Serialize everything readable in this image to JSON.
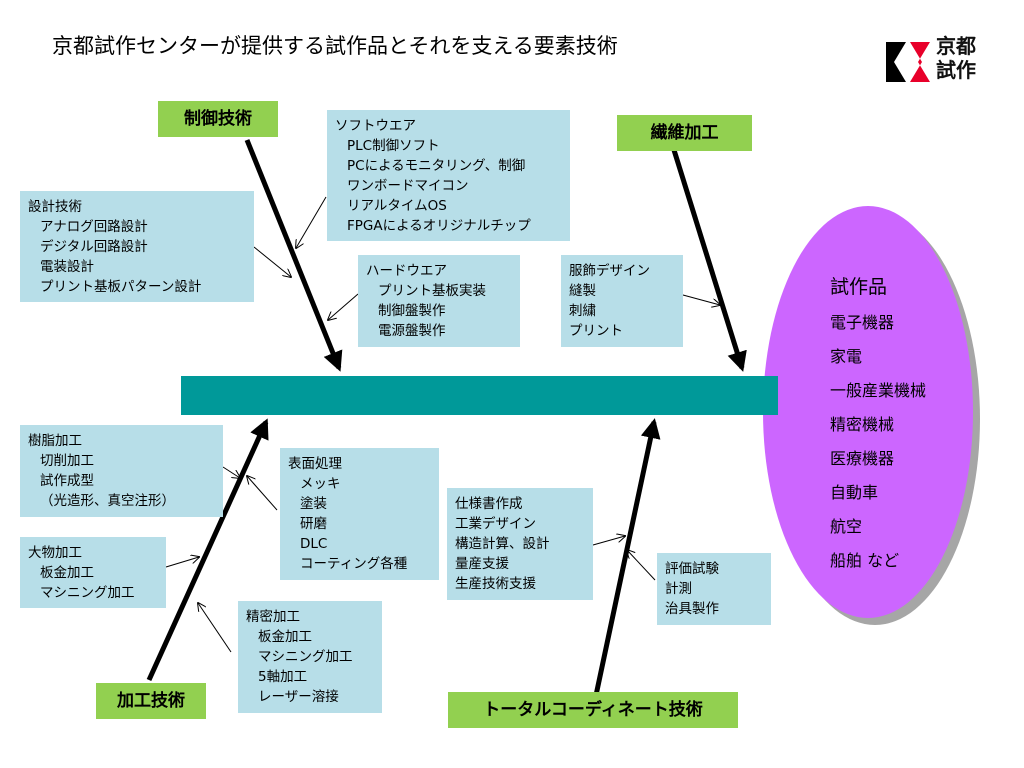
{
  "title": "京都試作センターが提供する試作品とそれを支える要素技術",
  "logo": {
    "line1": "京都",
    "line2": "試作",
    "colors": [
      "#000000",
      "#e8002a"
    ]
  },
  "colors": {
    "spine": "#009999",
    "label_bg": "#92d050",
    "box_bg": "#b7dee8",
    "product_ellipse": "#cc66ff"
  },
  "categories": {
    "control": "制御技術",
    "fiber": "繊維加工",
    "processing": "加工技術",
    "coordinate": "トータルコーディネート技術"
  },
  "boxes": {
    "software": {
      "title": "ソフトウエア",
      "items": [
        "PLC制御ソフト",
        "PCによるモニタリング、制御",
        "ワンボードマイコン",
        "リアルタイムOS",
        "FPGAによるオリジナルチップ"
      ]
    },
    "design": {
      "title": "設計技術",
      "items": [
        "アナログ回路設計",
        "デジタル回路設計",
        "電装設計",
        "プリント基板パターン設計"
      ]
    },
    "hardware": {
      "title": "ハードウエア",
      "items": [
        "プリント基板実装",
        "制御盤製作",
        "電源盤製作"
      ]
    },
    "fashion": {
      "items": [
        "服飾デザイン",
        "縫製",
        "刺繍",
        "プリント"
      ]
    },
    "resin": {
      "title": "樹脂加工",
      "items": [
        "切削加工",
        "試作成型",
        "（光造形、真空注形）"
      ]
    },
    "surface": {
      "title": "表面処理",
      "items": [
        "メッキ",
        "塗装",
        "研磨",
        "DLC",
        "コーティング各種"
      ]
    },
    "large": {
      "title": "大物加工",
      "items": [
        "板金加工",
        "マシニング加工"
      ]
    },
    "precision": {
      "title": "精密加工",
      "items": [
        "板金加工",
        "マシニング加工",
        "5軸加工",
        "レーザー溶接"
      ]
    },
    "spec": {
      "items": [
        "仕様書作成",
        "工業デザイン",
        "構造計算、設計",
        "量産支援",
        "生産技術支援"
      ]
    },
    "evaluation": {
      "items": [
        "評価試験",
        "計測",
        "治具製作"
      ]
    }
  },
  "products": {
    "title": "試作品",
    "items": [
      "電子機器",
      "家電",
      "一般産業機械",
      "精密機械",
      "医療機器",
      "自動車",
      "航空",
      "船舶 など"
    ]
  }
}
